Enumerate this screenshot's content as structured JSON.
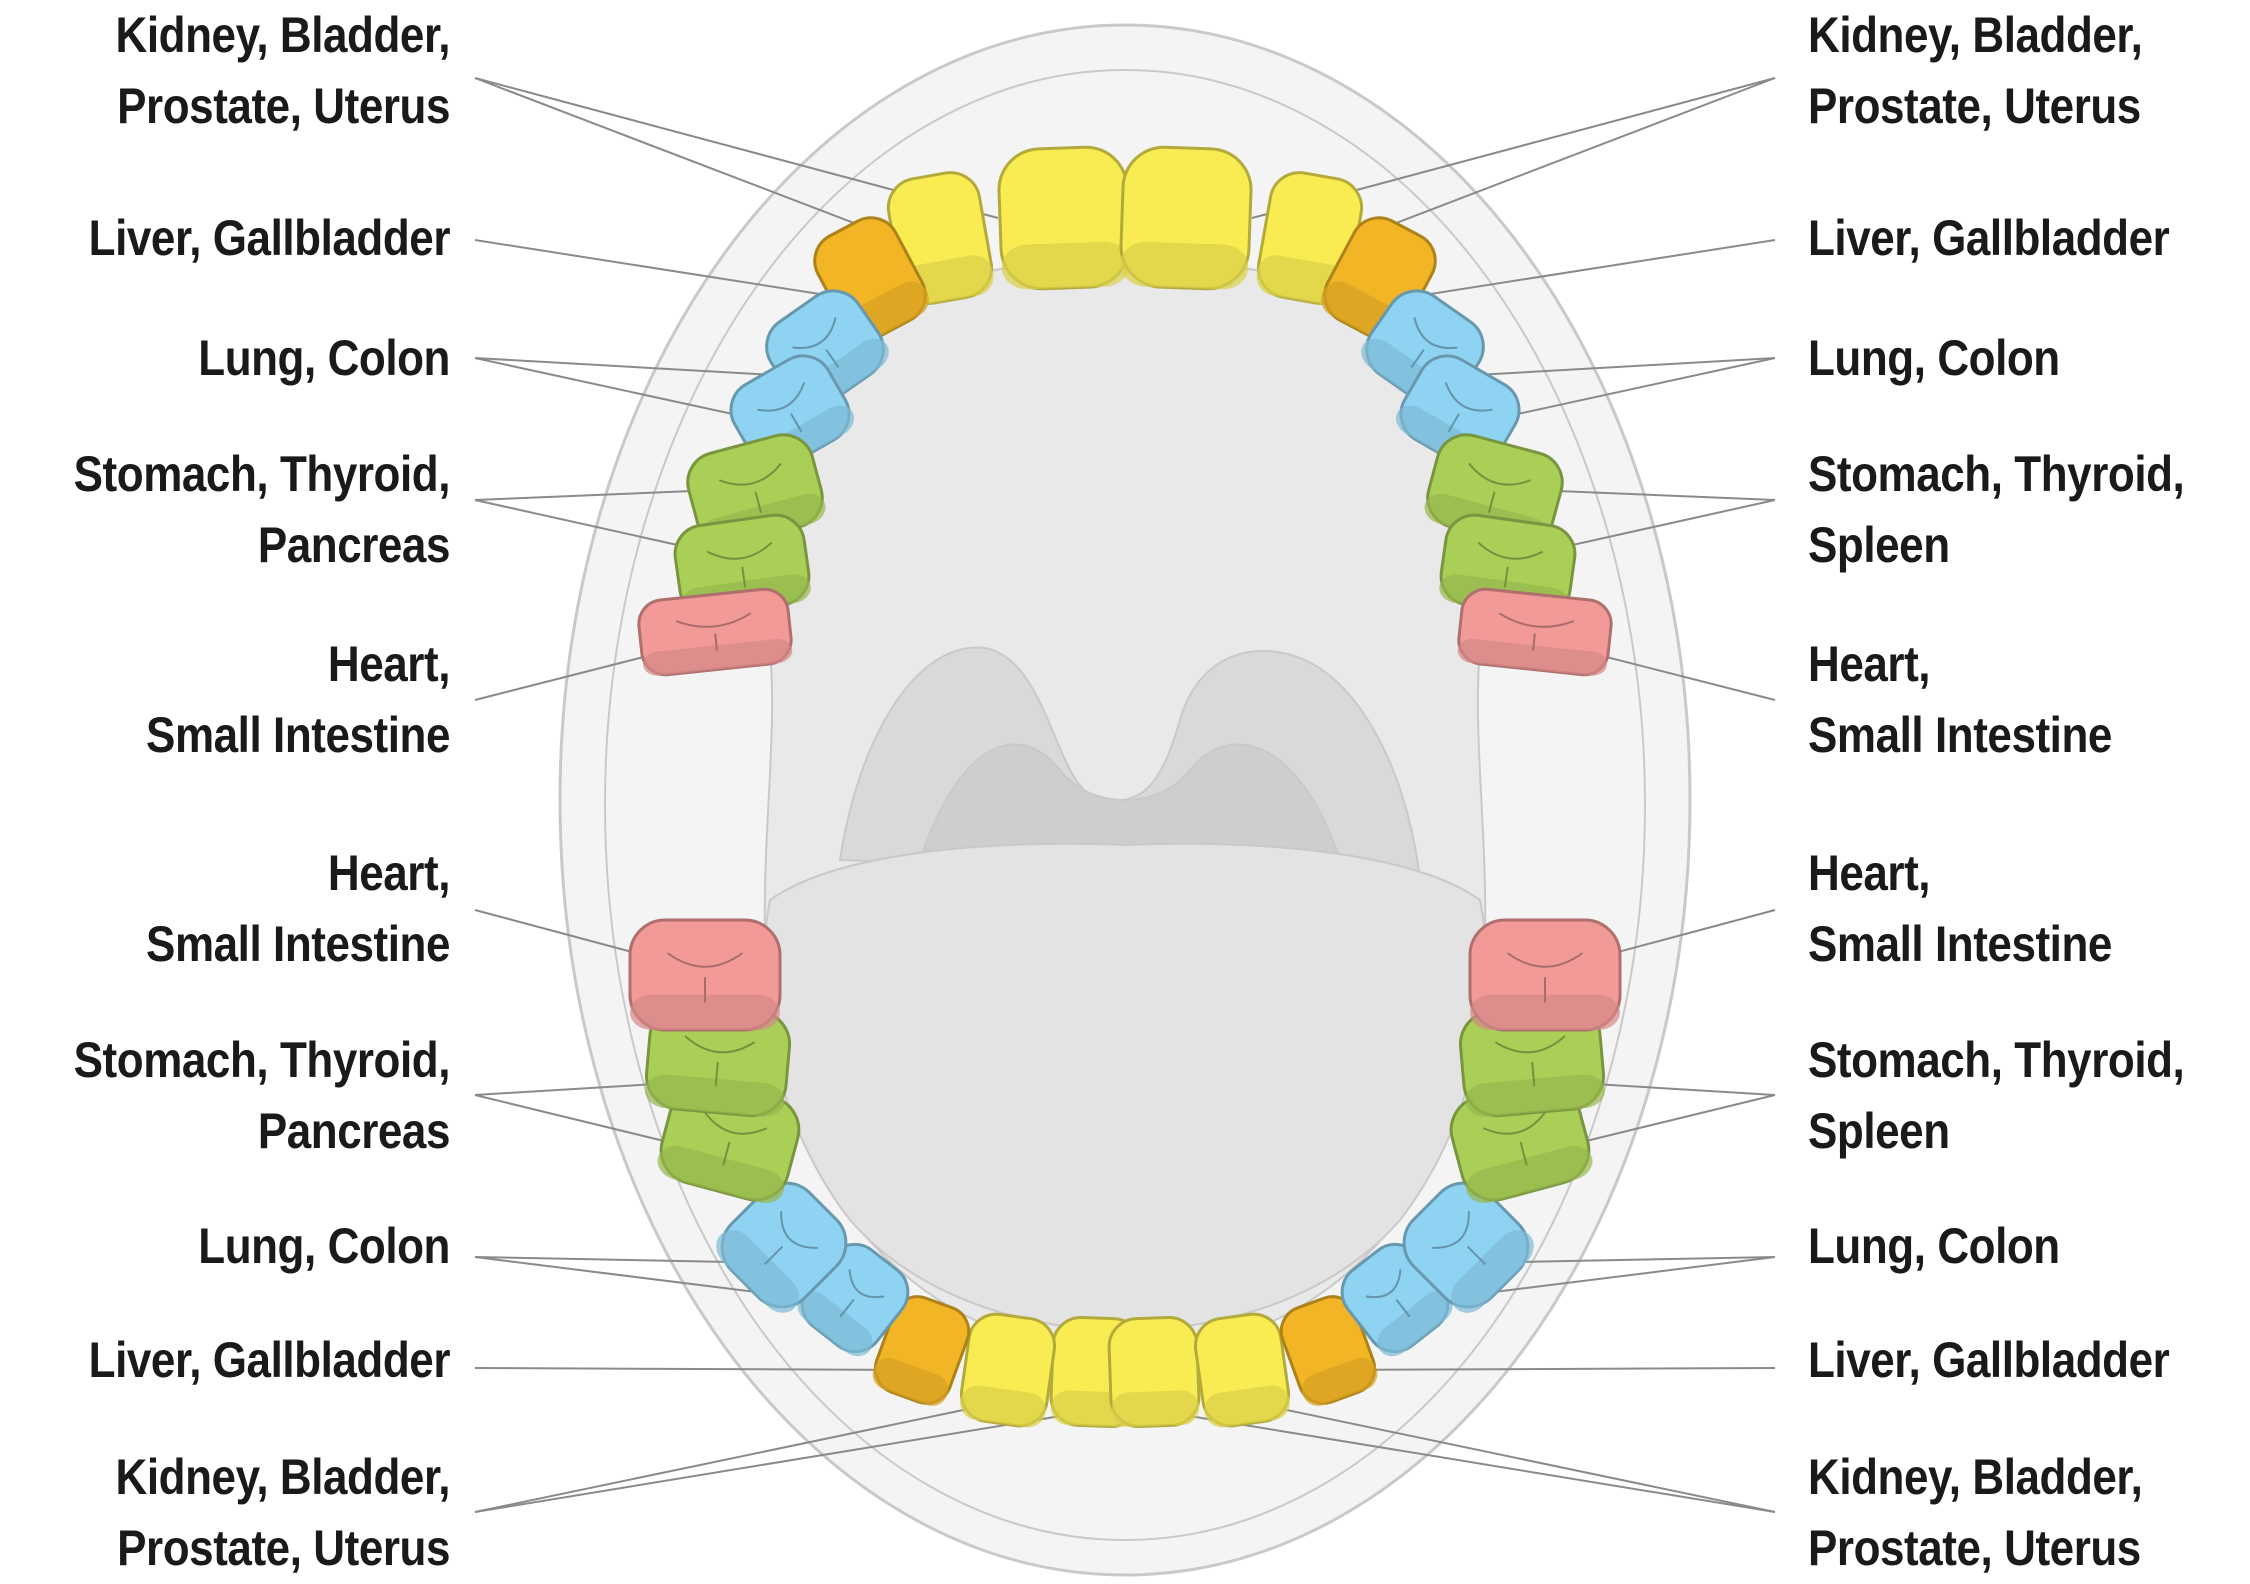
{
  "colors": {
    "background": "#ffffff",
    "mouth_fill": "#f4f4f4",
    "mouth_outline": "#c9c9c9",
    "oral_cavity": "#e9e9e9",
    "throat": "#d9d9d9",
    "tongue": "#e3e3e3",
    "leader_line": "#8a8a8a",
    "incisor_yellow": "#f8ec52",
    "canine_orange": "#f2b526",
    "premolar_blue": "#8fd3f2",
    "molar_green": "#a9cf57",
    "wisdom_red": "#f19a98",
    "text": "#1a1a1a"
  },
  "teeth": {
    "upper": [
      "incisor_yellow",
      "incisor_yellow",
      "canine_orange",
      "premolar_blue",
      "premolar_blue",
      "molar_green",
      "molar_green",
      "wisdom_red"
    ],
    "lower": [
      "incisor_yellow",
      "incisor_yellow",
      "canine_orange",
      "premolar_blue",
      "premolar_blue",
      "molar_green",
      "molar_green",
      "wisdom_red"
    ]
  },
  "labels": {
    "left": [
      {
        "line1": "Kidney, Bladder,",
        "line2": "Prostate, Uterus"
      },
      {
        "line1": "Liver, Gallbladder",
        "line2": ""
      },
      {
        "line1": "Lung, Colon",
        "line2": ""
      },
      {
        "line1": "Stomach, Thyroid,",
        "line2": "Pancreas"
      },
      {
        "line1": "Heart,",
        "line2": "Small Intestine"
      },
      {
        "line1": "Heart,",
        "line2": "Small Intestine"
      },
      {
        "line1": "Stomach, Thyroid,",
        "line2": "Pancreas"
      },
      {
        "line1": "Lung, Colon",
        "line2": ""
      },
      {
        "line1": "Liver, Gallbladder",
        "line2": ""
      },
      {
        "line1": "Kidney, Bladder,",
        "line2": "Prostate, Uterus"
      }
    ],
    "right": [
      {
        "line1": "Kidney, Bladder,",
        "line2": "Prostate, Uterus"
      },
      {
        "line1": "Liver, Gallbladder",
        "line2": ""
      },
      {
        "line1": "Lung, Colon",
        "line2": ""
      },
      {
        "line1": "Stomach, Thyroid,",
        "line2": "Spleen"
      },
      {
        "line1": "Heart,",
        "line2": "Small Intestine"
      },
      {
        "line1": "Heart,",
        "line2": "Small Intestine"
      },
      {
        "line1": "Stomach, Thyroid,",
        "line2": "Spleen"
      },
      {
        "line1": "Lung, Colon",
        "line2": ""
      },
      {
        "line1": "Liver, Gallbladder",
        "line2": ""
      },
      {
        "line1": "Kidney, Bladder,",
        "line2": "Prostate, Uterus"
      }
    ]
  }
}
